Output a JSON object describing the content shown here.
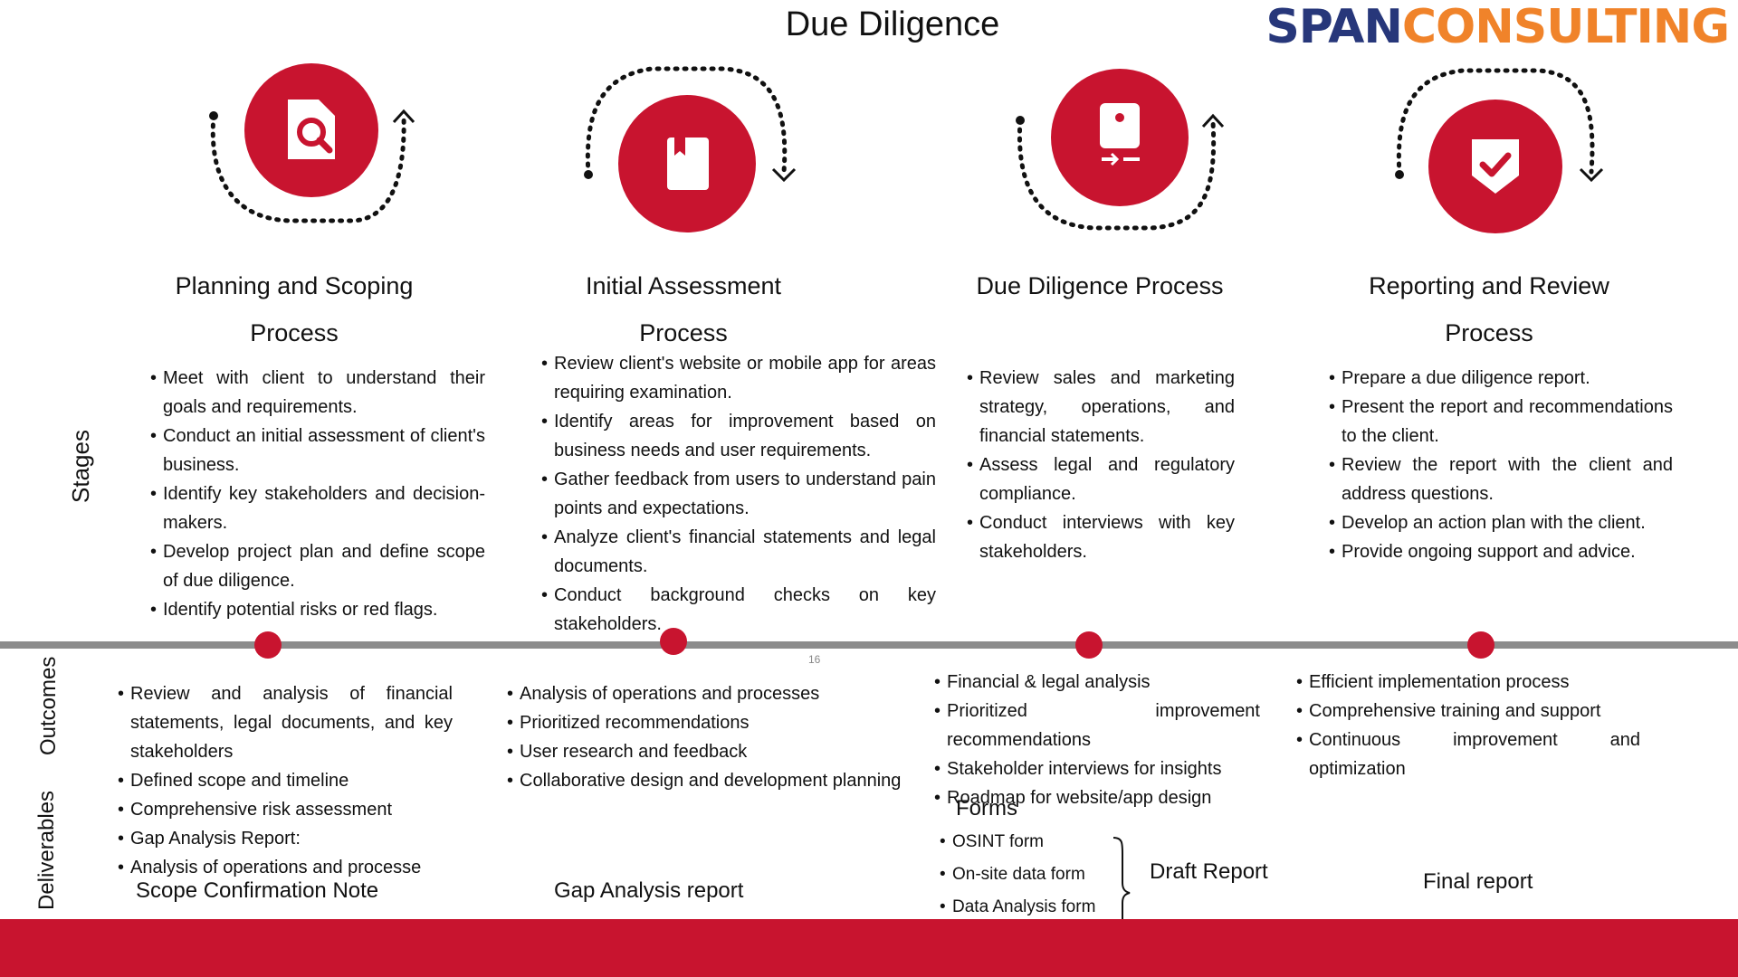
{
  "title": "Due Diligence",
  "logo": {
    "part1": "SPAN",
    "part2": "CONSULTING"
  },
  "colors": {
    "accent": "#c8142f",
    "logo_navy": "#27377a",
    "logo_orange": "#f0832a",
    "timeline": "#8c8c8c"
  },
  "labels": {
    "stages": "Stages",
    "outcomes": "Outcomes",
    "deliverables": "Deliverables"
  },
  "page_number": "16",
  "stages": [
    {
      "icon": "document-search-icon",
      "title_line1": "Planning and Scoping",
      "title_line2": "Process",
      "bullets": [
        "Meet with client to understand their goals and requirements.",
        "Conduct an initial assessment of client's business.",
        "Identify key stakeholders and decision-makers.",
        "Develop project plan and define scope of due diligence.",
        "Identify potential risks or red flags."
      ],
      "outcomes": [
        "Review and analysis of financial statements, legal documents, and key stakeholders",
        "Defined scope and timeline",
        "Comprehensive risk assessment",
        "Gap Analysis Report:",
        "Analysis of operations and processe"
      ],
      "deliverable": "Scope Confirmation Note"
    },
    {
      "icon": "book-icon",
      "title_line1": "Initial Assessment",
      "title_line2": "Process",
      "bullets": [
        "Review client's website or mobile app for areas requiring examination.",
        "Identify areas for improvement based on business needs and user requirements.",
        "Gather feedback from users to understand pain points and expectations.",
        "Analyze client's financial statements and legal documents.",
        "Conduct background checks on key stakeholders."
      ],
      "outcomes": [
        "Analysis of operations and processes",
        "Prioritized recommendations",
        "User research and feedback",
        "Collaborative design and development planning"
      ],
      "deliverable": "Gap Analysis report"
    },
    {
      "icon": "device-transfer-icon",
      "title_line1": "Due Diligence Process",
      "title_line2": "",
      "bullets": [
        "Review sales and marketing strategy, operations, and financial statements.",
        "Assess legal and regulatory compliance.",
        "Conduct interviews with key stakeholders."
      ],
      "outcomes": [
        "Financial & legal analysis",
        "Prioritized improvement recommendations",
        "Stakeholder interviews for insights",
        "Roadmap for website/app design"
      ],
      "forms_label": "Forms",
      "forms": [
        "OSINT form",
        "On-site data form",
        "Data Analysis form"
      ],
      "deliverable": "Draft Report"
    },
    {
      "icon": "shield-check-icon",
      "title_line1": "Reporting and Review",
      "title_line2": "Process",
      "bullets": [
        "Prepare a due diligence report.",
        "Present the report and recommendations to the client.",
        "Review the report with the client and address questions.",
        "Develop an action plan with the client.",
        "Provide ongoing support and advice."
      ],
      "outcomes": [
        "Efficient implementation process",
        "Comprehensive training and support",
        "Continuous improvement and optimization"
      ],
      "deliverable": "Final report"
    }
  ]
}
